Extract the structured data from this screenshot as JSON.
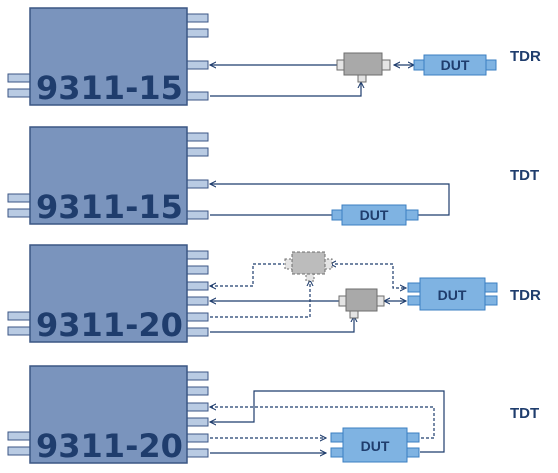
{
  "panels": [
    {
      "model": "9311-15",
      "mode": "TDR",
      "dut": "DUT"
    },
    {
      "model": "9311-15",
      "mode": "TDT",
      "dut": "DUT"
    },
    {
      "model": "9311-20",
      "mode": "TDR",
      "dut": "DUT"
    },
    {
      "model": "9311-20",
      "mode": "TDT",
      "dut": "DUT"
    }
  ]
}
